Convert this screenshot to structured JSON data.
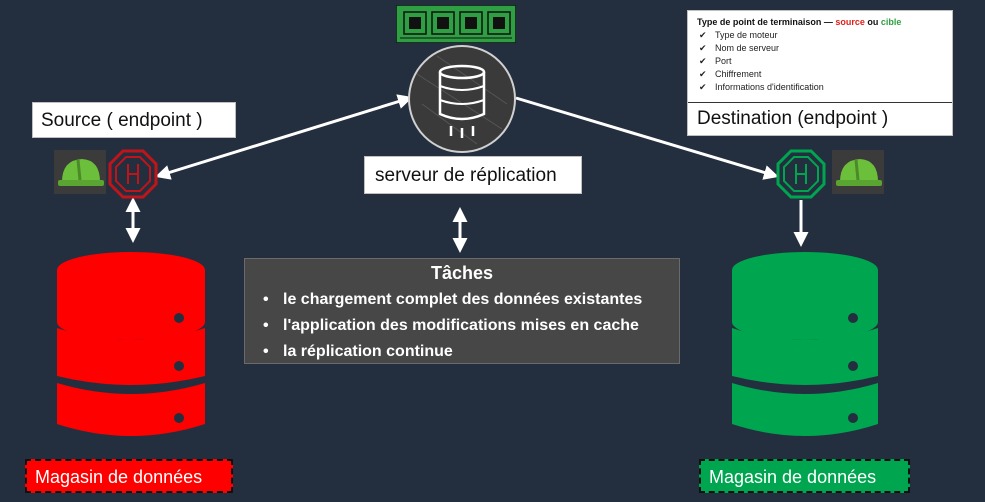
{
  "source": {
    "label": "Source ( endpoint )"
  },
  "server": {
    "label": "serveur de réplication"
  },
  "destination": {
    "panel": {
      "title_prefix": "Type de point de terminaison —",
      "title_source": "source",
      "title_or": "ou",
      "title_target": "cible",
      "items": [
        "Type de moteur",
        "Nom de serveur",
        "Port",
        "Chiffrement",
        "Informations d'identification"
      ]
    },
    "label": "Destination (endpoint )"
  },
  "tasks": {
    "title": "Tâches",
    "items": [
      "le chargement complet des données existantes",
      "l'application des modifications mises en cache",
      "la réplication continue"
    ]
  },
  "source_store": {
    "label": "Magasin de données"
  },
  "dest_store": {
    "label": "Magasin de données"
  },
  "colors": {
    "background": "#232f3e",
    "source_red": "#ff0000",
    "dest_green": "#00a54f",
    "endpoint_red": "#c0141b",
    "endpoint_green": "#00a54f",
    "chip_green": "#2ea043"
  },
  "icons": {
    "chip": "memory-chip-icon",
    "server": "replication-server-icon",
    "hat": "hard-hat-icon",
    "endpoint": "endpoint-octagon-icon",
    "database": "database-icon"
  }
}
